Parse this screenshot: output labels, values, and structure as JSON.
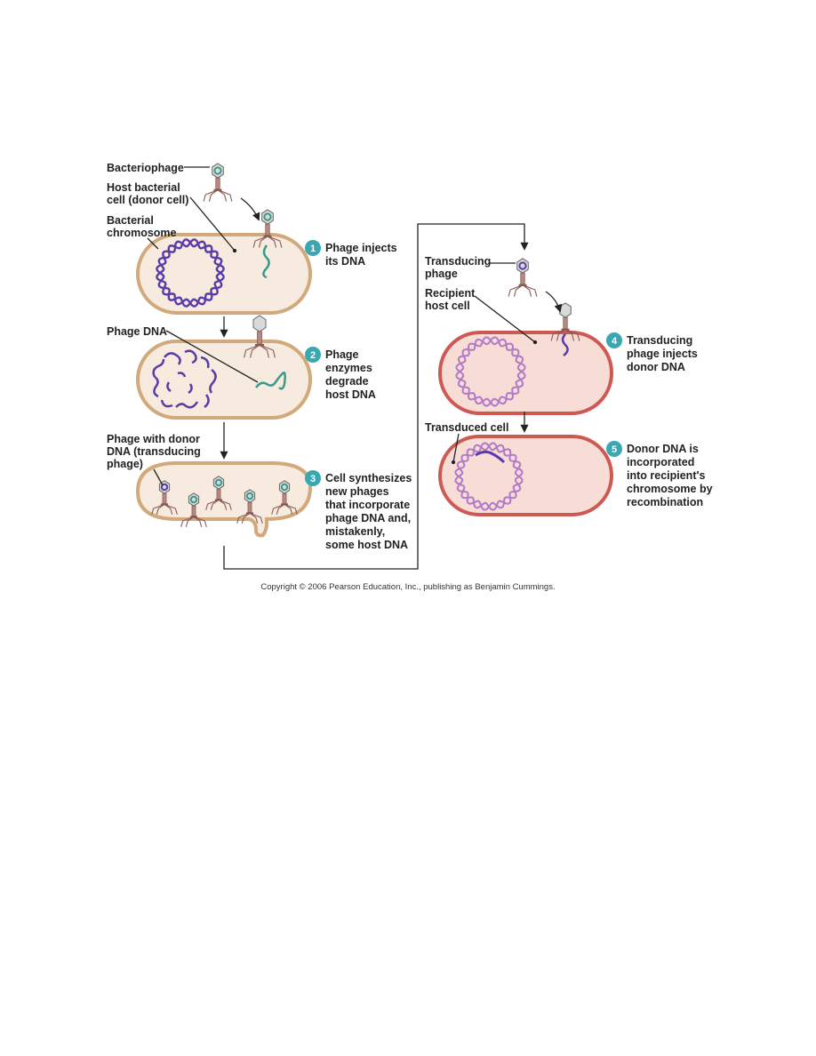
{
  "labels": {
    "bacteriophage": "Bacteriophage",
    "host_cell_1": "Host bacterial",
    "host_cell_2": "cell (donor cell)",
    "bact_chrom_1": "Bacterial",
    "bact_chrom_2": "chromosome",
    "phage_dna": "Phage DNA",
    "phage_donor_1": "Phage with donor",
    "phage_donor_2": "DNA (transducing",
    "phage_donor_3": "phage)",
    "transducing_phage_1": "Transducing",
    "transducing_phage_2": "phage",
    "recipient_1": "Recipient",
    "recipient_2": "host cell",
    "transduced_cell": "Transduced cell"
  },
  "steps": [
    {
      "number": "1",
      "lines": [
        "Phage injects",
        "its DNA"
      ]
    },
    {
      "number": "2",
      "lines": [
        "Phage",
        "enzymes",
        "degrade",
        "host DNA"
      ]
    },
    {
      "number": "3",
      "lines": [
        "Cell synthesizes",
        "new phages",
        "that incorporate",
        "phage DNA and,",
        "mistakenly,",
        "some host DNA"
      ]
    },
    {
      "number": "4",
      "lines": [
        "Transducing",
        "phage injects",
        "donor DNA"
      ]
    },
    {
      "number": "5",
      "lines": [
        "Donor DNA is",
        "incorporated",
        "into recipient's",
        "chromosome by",
        "recombination"
      ]
    }
  ],
  "copyright": "Copyright © 2006 Pearson Education, Inc., publishing as Benjamin Cummings.",
  "colors": {
    "donor_cell_fill": "#f7ebe0",
    "donor_cell_stroke": "#d2a97c",
    "recipient_cell_fill": "#f8ddd6",
    "recipient_cell_stroke": "#cc5a52",
    "host_dna": "#5a3ca8",
    "recipient_dna": "#b07ac8",
    "phage_dna": "#3a9a8a",
    "step_badge": "#3aa8b0",
    "phage_tail": "#8a5a55"
  }
}
